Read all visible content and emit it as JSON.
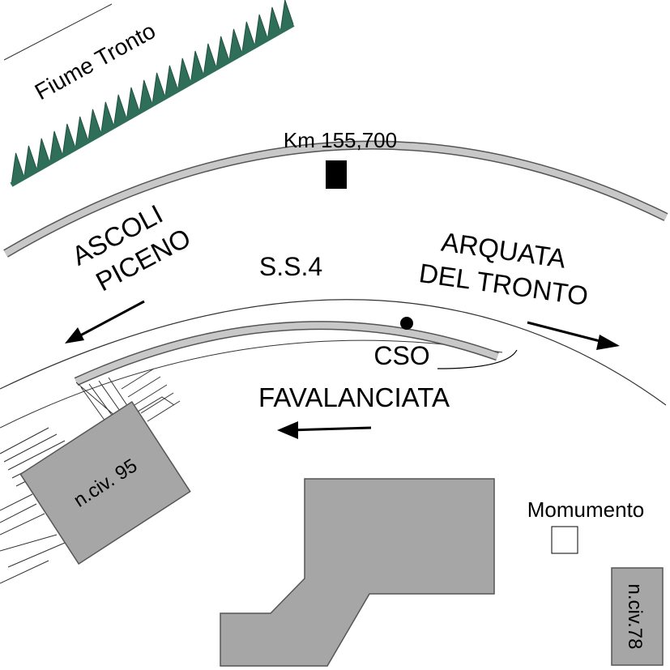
{
  "labels": {
    "river": "Fiume Tronto",
    "km_marker": "Km 155,700",
    "road": "S.S.4",
    "direction_west_line1": "ASCOLI",
    "direction_west_line2": "PICENO",
    "direction_east_line1": "ARQUATA",
    "direction_east_line2": "DEL TRONTO",
    "sensor": "CSO",
    "locality": "FAVALANCIATA",
    "monument": "Momumento",
    "building_95": "n.civ. 95",
    "building_78": "n.civ.78"
  },
  "colors": {
    "building_fill": "#a6a6a6",
    "building_stroke": "#555555",
    "guardrail_fill": "#c8c8c8",
    "river_bank": "#2f6f5a",
    "line": "#000000",
    "marker": "#000000"
  },
  "icons": {
    "km_marker": "filled-rectangle",
    "sensor": "filled-circle",
    "monument": "empty-square",
    "direction": "arrow"
  }
}
